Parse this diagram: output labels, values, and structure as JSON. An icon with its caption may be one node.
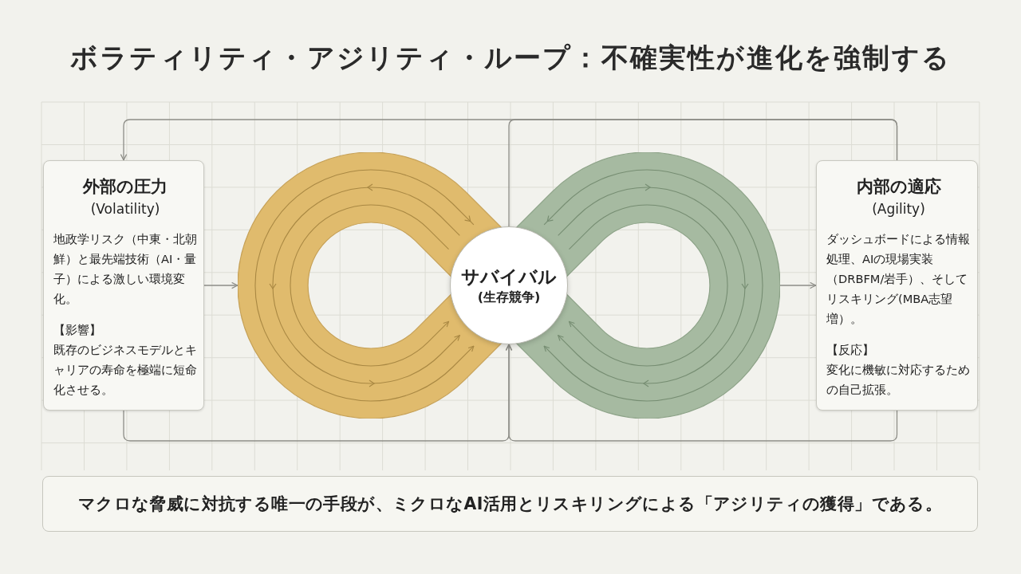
{
  "diagram": {
    "title": "ボラティリティ・アジリティ・ループ：不確実性が進化を強制する",
    "nodes": [
      {
        "text": [
          "外部の圧力",
          "(Volatility)",
          "地政学リスク（中東・北朝鮮）と最先端技術（AI・量子）による激しい環境変化。",
          "【影響】",
          "既存のビジネスモデルとキャリアの寿命を極端に短命化させる。"
        ]
      },
      {
        "text": [],
        "shape": "loop"
      },
      {
        "text": [
          "サバイバル",
          "(生存競争)"
        ]
      },
      {
        "text": [],
        "shape": "loop"
      },
      {
        "text": [
          "内部の適応",
          "(Agility)",
          "ダッシュボードによる情報処理、AIの現場実装（DRBFM/岩手）、そしてリスキリング(MBA志望増）。",
          "【反応】",
          "変化に機敏に対応するための自己拡張。"
        ]
      },
      {
        "text": [
          "マクロな脅威に対抗する唯一の手段が、ミクロなAI活用とリスキリングによる「アジリティの獲得」である。"
        ]
      }
    ],
    "edges": [
      {
        "from": 0,
        "to": 1,
        "arrow": "to"
      },
      {
        "from": 3,
        "to": 4,
        "arrow": "to"
      },
      {
        "from": 4,
        "to": 0,
        "arrow": "to"
      },
      {
        "from": 4,
        "to": 2,
        "arrow": "none"
      },
      {
        "from": 0,
        "to": 2,
        "arrow": "to"
      },
      {
        "from": 4,
        "to": 2,
        "arrow": "to"
      }
    ]
  }
}
